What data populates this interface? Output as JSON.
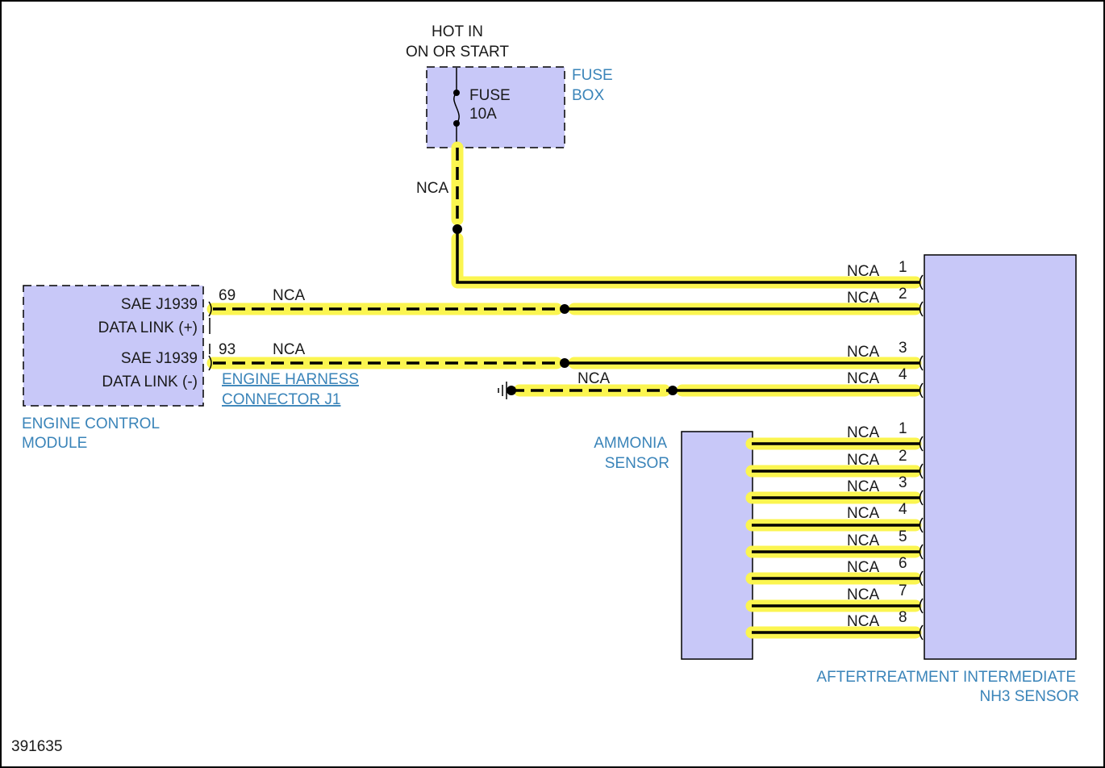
{
  "colors": {
    "component_fill": "#c8c8f8",
    "highlight": "#fbf550",
    "wire": "#000000",
    "label_blue": "#3a84b9"
  },
  "power": {
    "line1": "HOT IN",
    "line2": "ON OR START"
  },
  "fuse": {
    "label1": "FUSE",
    "label2": "10A",
    "box_label1": "FUSE",
    "box_label2": "BOX"
  },
  "ecm": {
    "pin_plus_line1": "SAE J1939",
    "pin_plus_line2": "DATA LINK (+)",
    "pin_minus_line1": "SAE J1939",
    "pin_minus_line2": "DATA LINK (-)",
    "name_line1": "ENGINE CONTROL",
    "name_line2": "MODULE"
  },
  "harness": {
    "line1": "ENGINE HARNESS",
    "line2": "CONNECTOR J1"
  },
  "wires": {
    "fuse_wire": "NCA",
    "pin69": "69",
    "pin69_wire": "NCA",
    "pin93": "93",
    "pin93_wire": "NCA",
    "ground_wire": "NCA"
  },
  "sensor_pins_top": [
    {
      "pin": "1",
      "circuit": "NCA"
    },
    {
      "pin": "2",
      "circuit": "NCA"
    },
    {
      "pin": "3",
      "circuit": "NCA"
    },
    {
      "pin": "4",
      "circuit": "NCA"
    }
  ],
  "sensor_pins_bottom": [
    {
      "pin": "1",
      "circuit": "NCA"
    },
    {
      "pin": "2",
      "circuit": "NCA"
    },
    {
      "pin": "3",
      "circuit": "NCA"
    },
    {
      "pin": "4",
      "circuit": "NCA"
    },
    {
      "pin": "5",
      "circuit": "NCA"
    },
    {
      "pin": "6",
      "circuit": "NCA"
    },
    {
      "pin": "7",
      "circuit": "NCA"
    },
    {
      "pin": "8",
      "circuit": "NCA"
    }
  ],
  "ammonia": {
    "line1": "AMMONIA",
    "line2": "SENSOR"
  },
  "nh3": {
    "line1": "AFTERTREATMENT INTERMEDIATE",
    "line2": "NH3 SENSOR"
  },
  "figure_id": "391635"
}
